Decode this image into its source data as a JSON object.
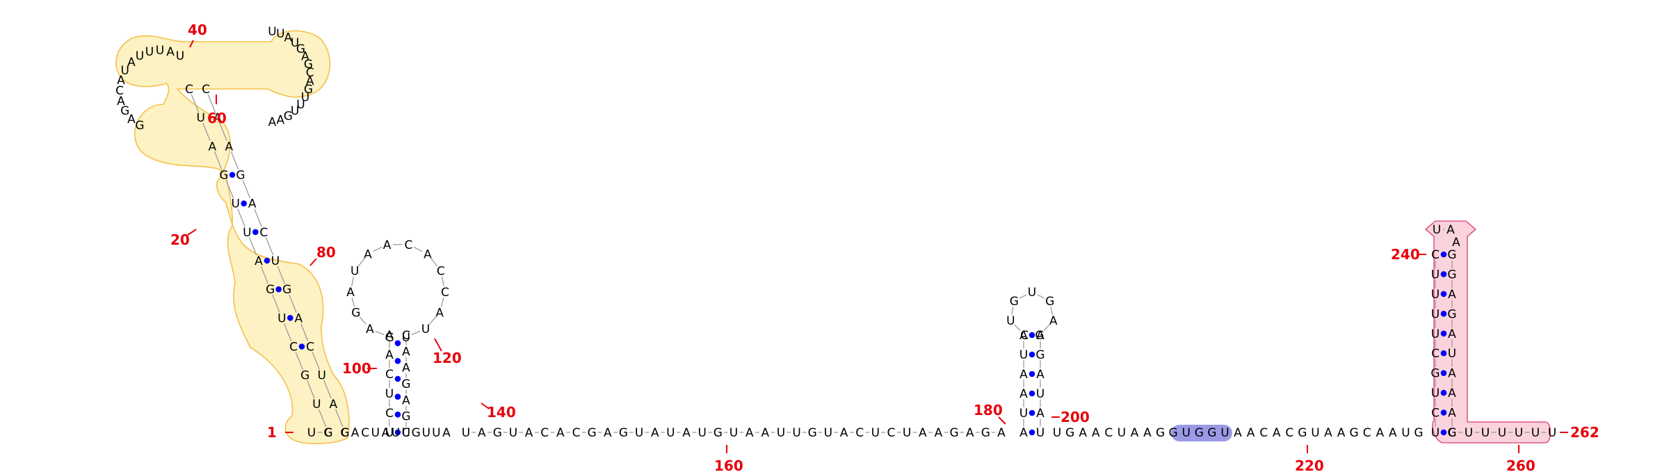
{
  "diagram": {
    "type": "rna-secondary-structure",
    "length": 262,
    "colors": {
      "base": "#000000",
      "pair_dot": "#0000ff",
      "numbering": "#e8000b",
      "highlight_yellow_fill": "#fdf2c4",
      "highlight_yellow_stroke": "#f5c04a",
      "highlight_pink_fill": "#fbd3dd",
      "highlight_pink_stroke": "#e05a80",
      "highlight_blue_fill": "#9a9ae6"
    },
    "position_labels": {
      "p1": "1",
      "p20": "20",
      "p40": "40",
      "p60": "60",
      "p80": "80",
      "p100": "100",
      "p120": "120",
      "p140": "140",
      "p160": "160",
      "p180": "180",
      "p200": "200",
      "p220": "220",
      "p240": "240",
      "p260": "260",
      "p262": "262"
    },
    "backbone_5prime_run": "UGCACUAUCGUUAUAGUACACGAGUAUAUGUAAUUGUACUCUAAGAGA",
    "backbone_mid_run": "UGAACUAAGGUGGUAACACGUAAGCAAUG",
    "backbone_3prime_tail": "CUUUUUU",
    "domain1": {
      "stem_left": "CUGCUGAUUGAUC",
      "stem_right": "GAUCAGUCAGAAC",
      "left_strand": "GAGACAUAUUUAU",
      "right_strand": "UUAUGAGCAGUUUGAA"
    },
    "hairpin_hp1": {
      "stem_5": "UCUCAA",
      "stem_3": "UGAGAAC",
      "loop": "GAGAUAACACCAUU"
    },
    "hairpin_hp2": {
      "stem_5": "AUAAUA",
      "stem_3": "UAUAGA",
      "loop": "CUGUGAG"
    },
    "hairpin_hp3": {
      "stem_5": "UCUGCUUUUC",
      "stem_3": "GAAAUAGAGG",
      "loop": "UAA"
    }
  }
}
